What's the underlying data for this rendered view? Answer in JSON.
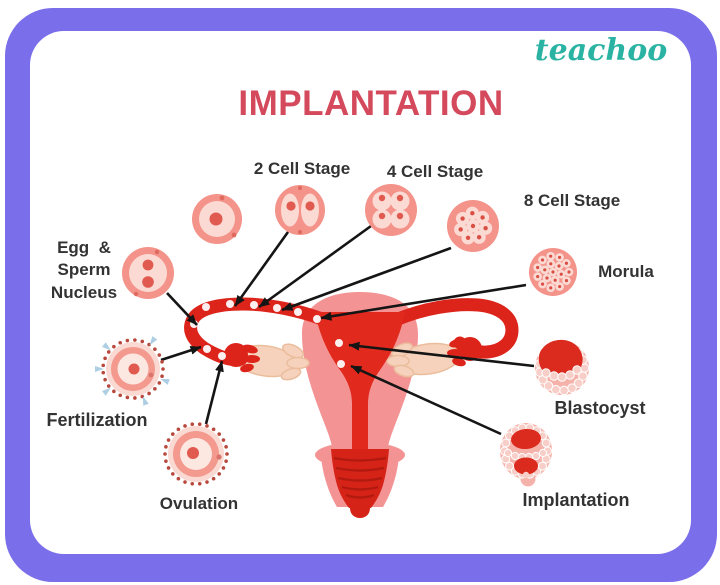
{
  "brand": {
    "logo_text": "teachoo",
    "color": "#2AB3A3"
  },
  "title": {
    "text": "IMPLANTATION",
    "color": "#D4495B"
  },
  "frame": {
    "border_color": "#7A6EEA",
    "panel_color": "#FFFFFF"
  },
  "stages": {
    "egg_sperm": {
      "label_lines": [
        "Egg  &",
        "Sperm",
        "Nucleus"
      ]
    },
    "two_cell": {
      "label": "2 Cell Stage"
    },
    "four_cell": {
      "label": "4 Cell Stage"
    },
    "eight_cell": {
      "label": "8 Cell Stage"
    },
    "morula": {
      "label": "Morula"
    },
    "blastocyst": {
      "label": "Blastocyst"
    },
    "implantation": {
      "label": "Implantation"
    },
    "fertilization": {
      "label": "Fertilization"
    },
    "ovulation": {
      "label": "Ovulation"
    }
  },
  "colors": {
    "arrow": "#151515",
    "cell_fill": "#F4938A",
    "cell_inner": "#FBDAD4",
    "nucleus": "#E15A50",
    "tube_red": "#DC241B",
    "uterus_pink": "#F49393",
    "cavity_red": "#E1291D",
    "fimbriae_peach": "#F6D2BC",
    "label_text": "#333333"
  }
}
